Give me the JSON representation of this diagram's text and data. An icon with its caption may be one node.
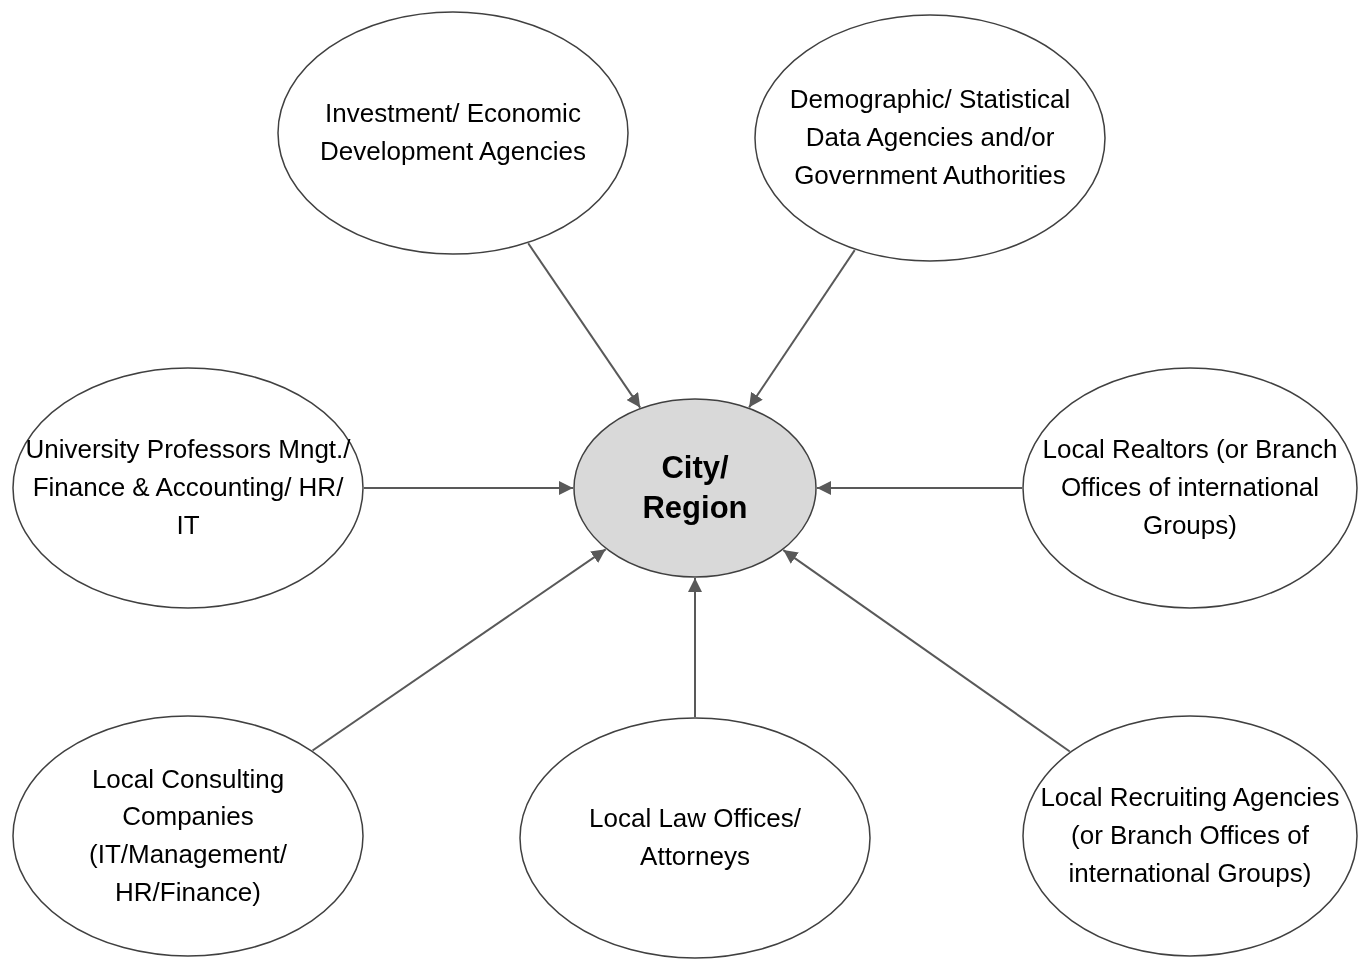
{
  "diagram": {
    "nodes": [
      {
        "text": [
          "Investment/ Economic Development Agencies"
        ]
      },
      {
        "text": [
          "Demographic/ Statistical Data Agencies and/or Government Authorities"
        ]
      },
      {
        "text": [
          "University Professors Mngt./ Finance & Accounting/ HR/ IT"
        ]
      },
      {
        "text": [
          "City/ Region"
        ]
      },
      {
        "text": [
          "Local Realtors (or Branch Offices of international Groups)"
        ]
      },
      {
        "text": [
          "Local Consulting Companies (IT/Management/ HR/Finance)"
        ]
      },
      {
        "text": [
          "Local Law Offices/ Attorneys"
        ]
      },
      {
        "text": [
          "Local Recruiting Agencies (or Branch Offices of international Groups)"
        ]
      }
    ],
    "edges": [
      {
        "from": 0,
        "to": 3,
        "arrow": "to"
      },
      {
        "from": 1,
        "to": 3,
        "arrow": "to"
      },
      {
        "from": 2,
        "to": 3,
        "arrow": "to"
      },
      {
        "from": 4,
        "to": 3,
        "arrow": "to"
      },
      {
        "from": 5,
        "to": 3,
        "arrow": "to"
      },
      {
        "from": 6,
        "to": 3,
        "arrow": "to"
      },
      {
        "from": 7,
        "to": 3,
        "arrow": "to"
      }
    ]
  }
}
